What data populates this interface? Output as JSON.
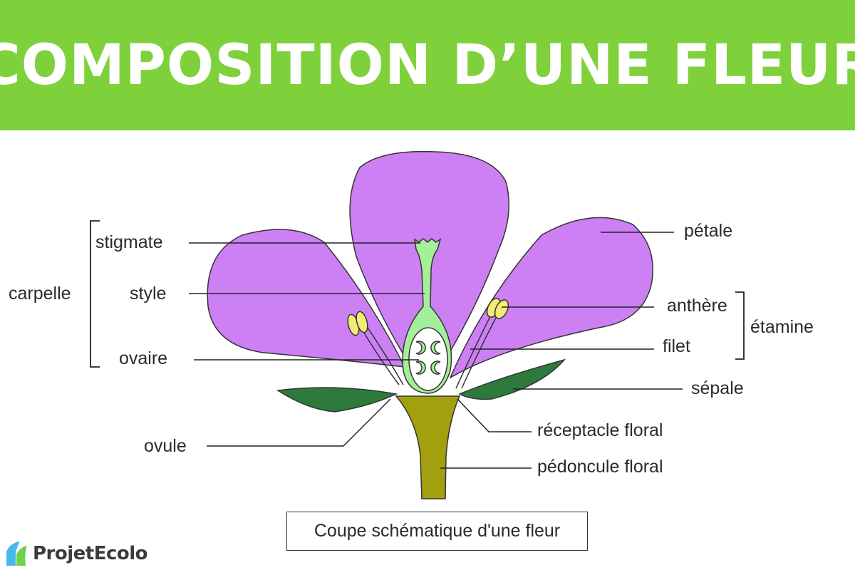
{
  "title": "COMPOSITION D’UNE FLEUR",
  "caption": "Coupe schématique d'une fleur",
  "brand": "ProjetEcolo",
  "colors": {
    "banner": "#7fd13b",
    "petal": "#cc80f4",
    "pistil": "#a4ef9a",
    "sepal": "#2e7a3c",
    "stem": "#a3a010",
    "anther": "#f4eb72"
  },
  "labels": {
    "stigmate": "stigmate",
    "style": "style",
    "carpelle": "carpelle",
    "ovaire": "ovaire",
    "ovule": "ovule",
    "petale": "pétale",
    "anthere": "anthère",
    "etamine": "étamine",
    "filet": "filet",
    "sepale": "sépale",
    "receptacle": "réceptacle floral",
    "pedoncule": "pédoncule floral"
  }
}
